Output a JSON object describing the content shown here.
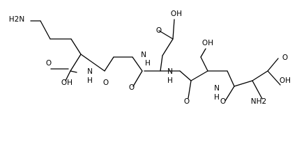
{
  "diagram": {
    "type": "skeletal-structure",
    "labels": {
      "h2n_top": "H2N",
      "cooh_oh_left": "OH",
      "cooh_o_left": "O",
      "nh_gly": "N",
      "nh_gly_h": "H",
      "o_gly": "O",
      "n_asp1": "N",
      "n_asp1_h": "H",
      "oh_asp1_side": "OH",
      "o_asp1_side": "O",
      "o_asp1_amide": "O",
      "n_ser": "N",
      "n_ser_h": "H",
      "oh_ser": "OH",
      "o_ser_amide": "O",
      "n_asp2": "N",
      "n_asp2_h": "H",
      "o_asp2_amide": "O",
      "h2n_bottom": "NH2",
      "oh_asp2_side": "OH",
      "o_asp2_side": "O"
    }
  }
}
